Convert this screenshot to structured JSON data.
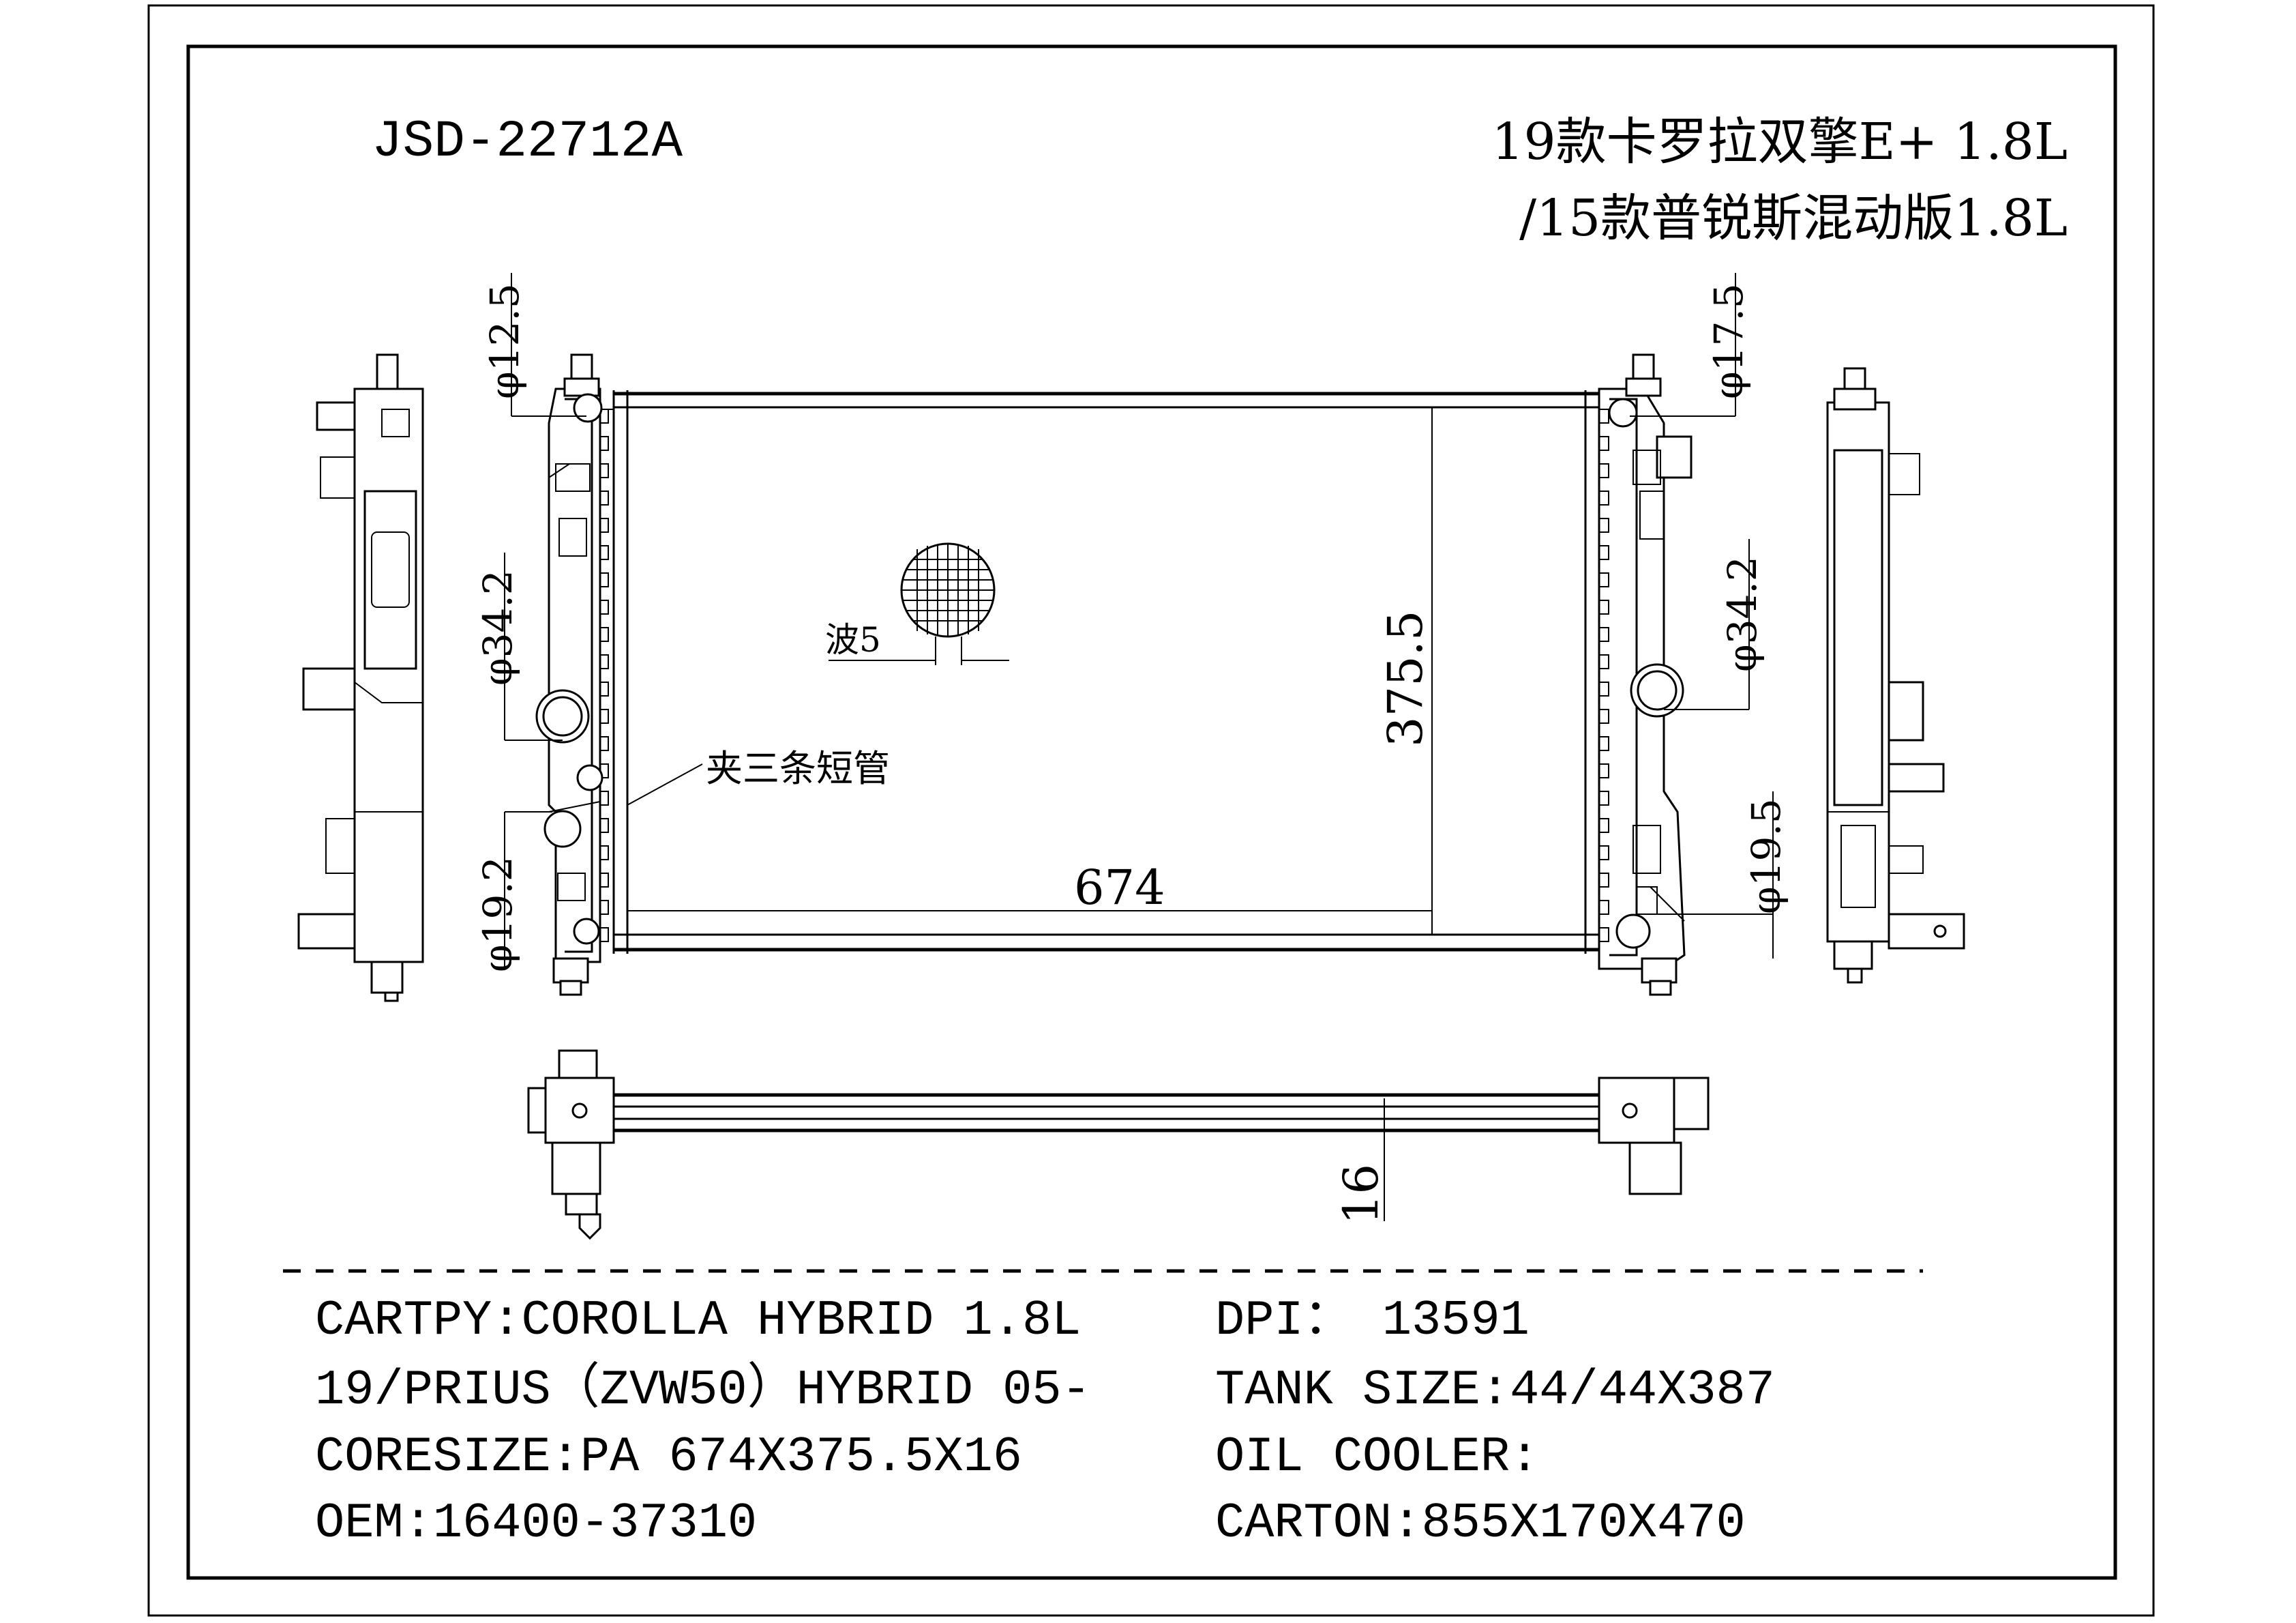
{
  "header": {
    "part_no": "JSD-22712A",
    "title_line1": "19款卡罗拉双擎E+ 1.8L",
    "title_line2": "/15款普锐斯混动版1.8L"
  },
  "dimensions": {
    "core_width": "674",
    "core_height": "375.5",
    "core_thickness": "16",
    "fin_label": "波5",
    "tube_note": "夹三条短管",
    "left_top_pipe": "φ12.5",
    "left_mid_pipe": "φ34.2",
    "left_bottom_pipe": "φ19.2",
    "right_top_pipe": "φ17.5",
    "right_mid_pipe": "φ34.2",
    "right_bottom_pipe": "φ19.5"
  },
  "specs": {
    "left": [
      "CARTPY:COROLLA HYBRID 1.8L",
      "19/PRIUS（ZVW50）HYBRID 05-",
      "CORESIZE:PA 674X375.5X16",
      "OEM:16400-37310"
    ],
    "right": [
      "DPI： 13591",
      "TANK SIZE:44/44X387",
      "OIL COOLER:",
      "CARTON:855X170X470"
    ]
  }
}
